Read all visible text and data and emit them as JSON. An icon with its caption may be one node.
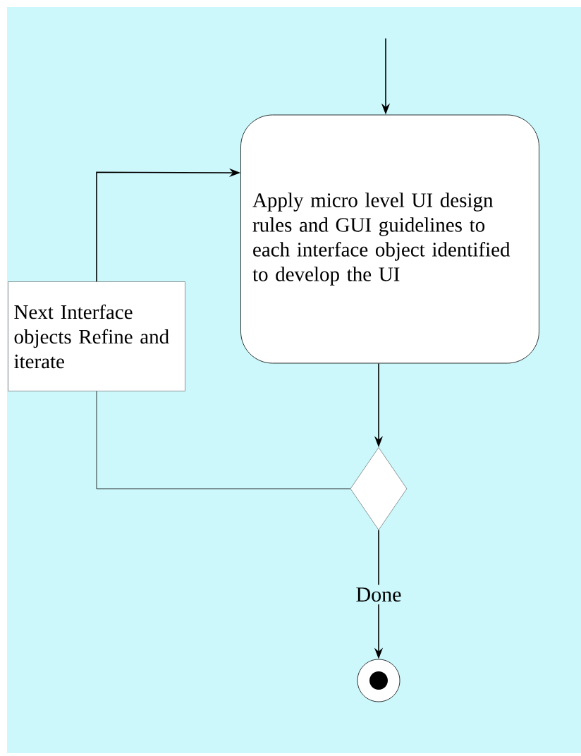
{
  "diagram": {
    "nodes": [
      {
        "text": [
          "Apply micro level UI design rules and GUI guidelines to each interface object identified to develop the UI"
        ]
      },
      {
        "text": [
          "Next Interface objects Refine and iterate"
        ]
      },
      {
        "text": [],
        "shape": "diamond"
      },
      {
        "text": [],
        "shape": "circle"
      }
    ],
    "edges": [
      {
        "from": null,
        "to": 0,
        "arrow": "to"
      },
      {
        "from": 0,
        "to": 2,
        "arrow": "to"
      },
      {
        "from": 2,
        "to": 1,
        "arrow": "none"
      },
      {
        "from": 1,
        "to": 0,
        "arrow": "to"
      },
      {
        "from": 2,
        "to": 3,
        "arrow": "to",
        "label": "Done"
      }
    ]
  }
}
